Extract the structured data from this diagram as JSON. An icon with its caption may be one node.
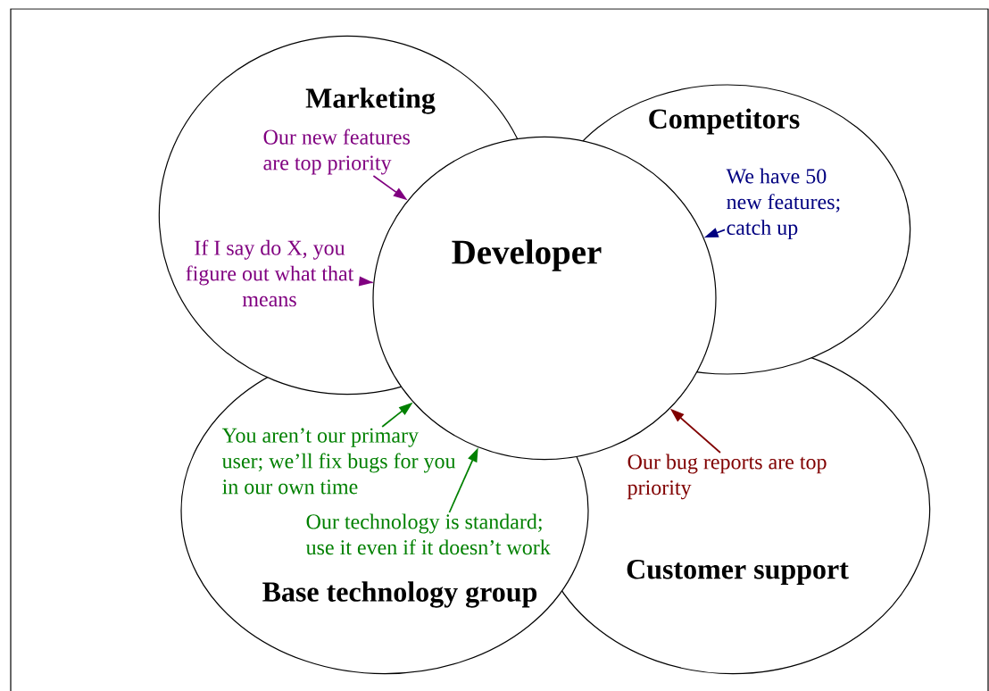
{
  "diagram": {
    "nodes": [
      {
        "text": [
          "Marketing"
        ]
      },
      {
        "text": [
          "Competitors"
        ]
      },
      {
        "text": [
          "Developer"
        ]
      },
      {
        "text": [
          "Base technology group"
        ]
      },
      {
        "text": [
          "Customer support"
        ]
      },
      {
        "text": [
          "Our new features are top priority"
        ],
        "in": 0
      },
      {
        "text": [
          "We have 50 new features; catch up"
        ],
        "in": 1
      },
      {
        "text": [
          "If I say do X, you figure out what that means"
        ],
        "in": 0
      },
      {
        "text": [
          "You aren’t our primary user; we’ll fix bugs for you in our own time"
        ],
        "in": 3
      },
      {
        "text": [
          "Our bug reports are top priority"
        ],
        "in": 4
      },
      {
        "text": [
          "Our technology is standard; use it even if it doesn’t work"
        ],
        "in": 3
      }
    ],
    "edges": [
      {
        "from": 5,
        "to": 2,
        "arrow": "to",
        "color": "#800080"
      },
      {
        "from": 6,
        "to": 2,
        "arrow": "to",
        "color": "#000080"
      },
      {
        "from": 7,
        "to": 2,
        "arrow": "to",
        "color": "#800080"
      },
      {
        "from": 8,
        "to": 2,
        "arrow": "to",
        "color": "#008000"
      },
      {
        "from": 9,
        "to": 2,
        "arrow": "to",
        "color": "#800000"
      },
      {
        "from": 10,
        "to": 2,
        "arrow": "to",
        "color": "#008000"
      }
    ]
  }
}
